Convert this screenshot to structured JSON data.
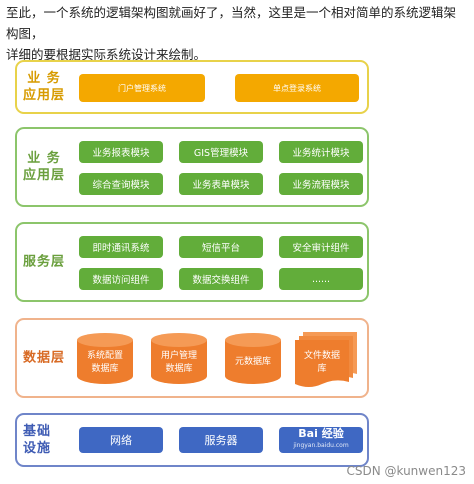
{
  "intro": {
    "line1": "至此，一个系统的逻辑架构图就画好了，当然，这里是一个相对简单的系统逻辑架构图，",
    "line2": "详细的要根据实际系统设计来绘制。"
  },
  "layers": {
    "access": {
      "label": "业 务\n应用层",
      "boxes": [
        "门户管理系统",
        "单点登录系统"
      ]
    },
    "business": {
      "label": "业 务\n应用层",
      "boxes": [
        "业务报表模块",
        "GIS管理模块",
        "业务统计模块",
        "综合查询模块",
        "业务表单模块",
        "业务流程模块"
      ]
    },
    "service": {
      "label": "服务层",
      "boxes": [
        "即时通讯系统",
        "短信平台",
        "安全审计组件",
        "数据访问组件",
        "数据交换组件",
        "......"
      ]
    },
    "data": {
      "label": "数据层",
      "items": [
        "系统配置\n数据库",
        "用户管理\n数据库",
        "元数据库",
        "文件数据\n库"
      ]
    },
    "infra": {
      "label": "基础\n设施",
      "boxes": [
        "网络",
        "服务器",
        "Bai 经验"
      ],
      "watermark_sub": "jingyan.baidu.com"
    }
  },
  "footer": {
    "source": "CSDN @kunwen123"
  },
  "colors": {
    "gold": "#f4a800",
    "green": "#62ad3a",
    "orange": "#ee7d2d",
    "blue": "#3f68c3"
  }
}
